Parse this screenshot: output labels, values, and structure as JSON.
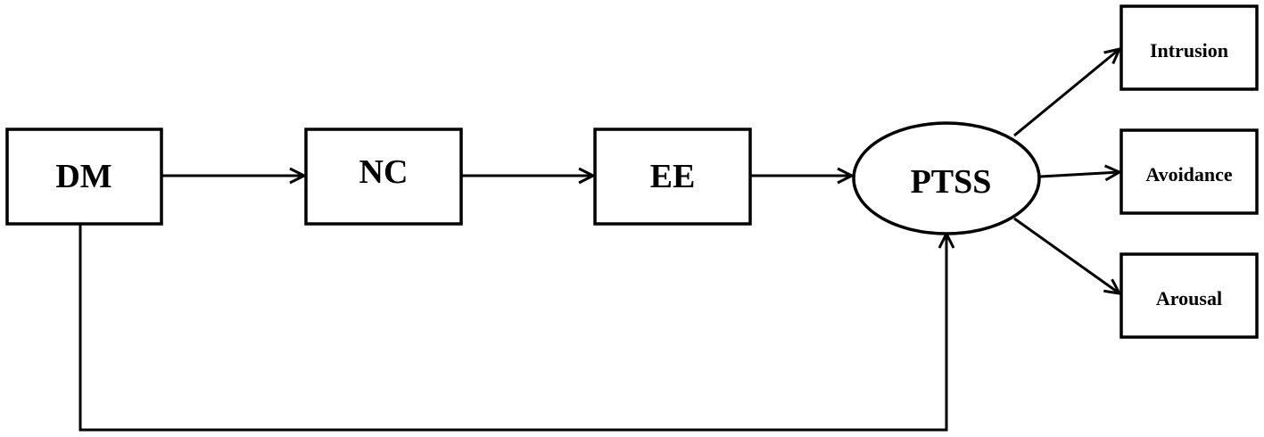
{
  "nodes": {
    "dm": {
      "label": "DM"
    },
    "nc": {
      "label": "NC"
    },
    "ee": {
      "label": "EE"
    },
    "ptss": {
      "label": "PTSS"
    },
    "intrusion": {
      "label": "Intrusion"
    },
    "avoidance": {
      "label": "Avoidance"
    },
    "arousal": {
      "label": "Arousal"
    }
  },
  "edges": [
    {
      "from": "DM",
      "to": "NC"
    },
    {
      "from": "NC",
      "to": "EE"
    },
    {
      "from": "EE",
      "to": "PTSS"
    },
    {
      "from": "DM",
      "to": "PTSS"
    },
    {
      "from": "PTSS",
      "to": "Intrusion"
    },
    {
      "from": "PTSS",
      "to": "Avoidance"
    },
    {
      "from": "PTSS",
      "to": "Arousal"
    }
  ],
  "colors": {
    "stroke": "#000000",
    "background": "#ffffff"
  }
}
